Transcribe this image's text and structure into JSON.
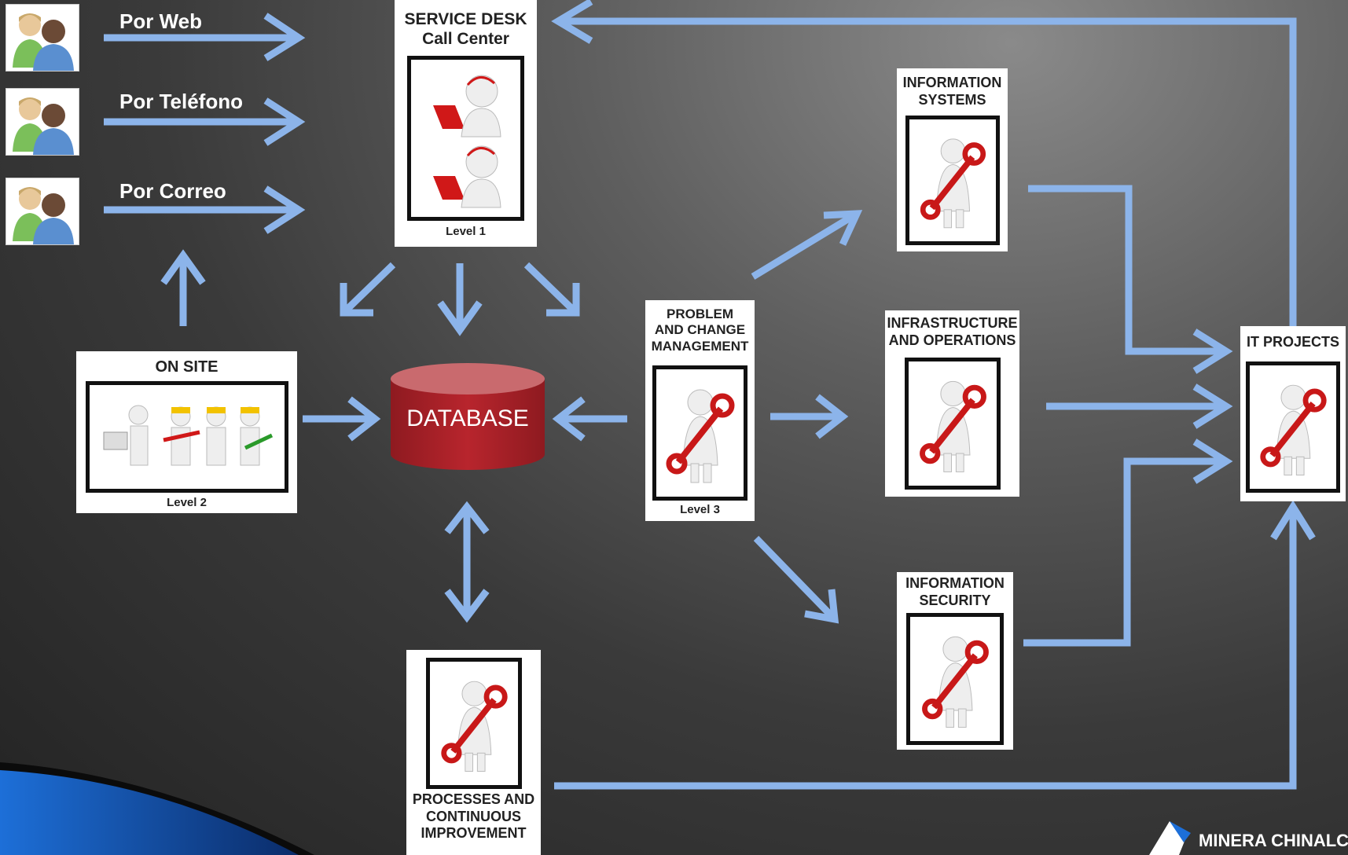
{
  "channels": [
    {
      "label": "Por  Web"
    },
    {
      "label": "Por  Teléfono"
    },
    {
      "label": "Por  Correo"
    }
  ],
  "service_desk": {
    "title": "SERVICE DESK\nCall Center",
    "level": "Level 1"
  },
  "on_site": {
    "title": "ON SITE",
    "level": "Level 2"
  },
  "database": {
    "label": "DATABASE"
  },
  "problem_mgmt": {
    "title": "PROBLEM\nAND CHANGE\nMANAGEMENT",
    "level": "Level 3"
  },
  "info_systems": {
    "title": "INFORMATION\nSYSTEMS"
  },
  "infra_ops": {
    "title": "INFRASTRUCTURE\nAND OPERATIONS"
  },
  "info_security": {
    "title": "INFORMATION\nSECURITY"
  },
  "it_projects": {
    "title": "IT PROJECTS"
  },
  "processes": {
    "title": "PROCESSES AND\nCONTINUOUS\nIMPROVEMENT"
  },
  "logo": {
    "text": "MINERA CHINALCO I"
  },
  "colors": {
    "arrow": "#8cb4ea",
    "database": "#b3222a",
    "background": "#3a3a3a"
  }
}
